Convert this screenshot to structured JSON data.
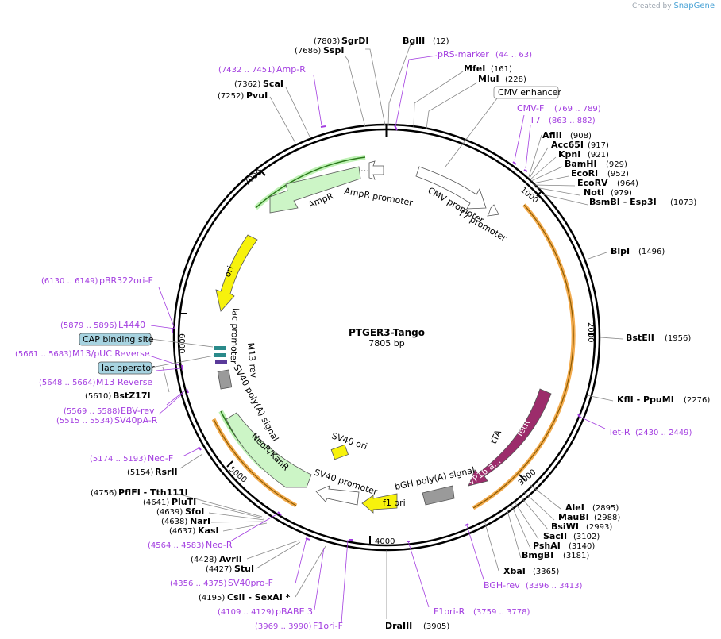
{
  "credit": {
    "prefix": "Created by",
    "brand": "SnapGene"
  },
  "plasmid": {
    "name": "PTGER3-Tango",
    "size": "7805 bp"
  },
  "ticks": [
    "1000",
    "2000",
    "3000",
    "4000",
    "5000",
    "6000",
    "7000"
  ],
  "sites_right": [
    {
      "name": "BglII",
      "pos": "(12)"
    },
    {
      "name": "MfeI",
      "pos": "(161)"
    },
    {
      "name": "MluI",
      "pos": "(228)"
    },
    {
      "name": "AflII",
      "pos": "(908)"
    },
    {
      "name": "Acc65I",
      "pos": "(917)"
    },
    {
      "name": "KpnI",
      "pos": "(921)"
    },
    {
      "name": "BamHI",
      "pos": "(929)"
    },
    {
      "name": "EcoRI",
      "pos": "(952)"
    },
    {
      "name": "EcoRV",
      "pos": "(964)"
    },
    {
      "name": "NotI",
      "pos": "(979)"
    },
    {
      "name": "BsmBI - Esp3I",
      "pos": "(1073)"
    },
    {
      "name": "BlpI",
      "pos": "(1496)"
    },
    {
      "name": "BstEII",
      "pos": "(1956)"
    },
    {
      "name": "KflI - PpuMI",
      "pos": "(2276)"
    },
    {
      "name": "AleI",
      "pos": "(2895)"
    },
    {
      "name": "MauBI",
      "pos": "(2988)"
    },
    {
      "name": "BsiWI",
      "pos": "(2993)"
    },
    {
      "name": "SacII",
      "pos": "(3102)"
    },
    {
      "name": "PshAI",
      "pos": "(3140)"
    },
    {
      "name": "BmgBI",
      "pos": "(3181)"
    },
    {
      "name": "XbaI",
      "pos": "(3365)"
    },
    {
      "name": "DraIII",
      "pos": "(3905)"
    }
  ],
  "sites_left": [
    {
      "name": "SgrDI",
      "pos": "(7803)"
    },
    {
      "name": "SspI",
      "pos": "(7686)"
    },
    {
      "name": "ScaI",
      "pos": "(7362)"
    },
    {
      "name": "PvuI",
      "pos": "(7252)"
    },
    {
      "name": "BstZ17I",
      "pos": "(5610)"
    },
    {
      "name": "RsrII",
      "pos": "(5154)"
    },
    {
      "name": "PflFI - Tth111I",
      "pos": "(4756)"
    },
    {
      "name": "PluTI",
      "pos": "(4641)"
    },
    {
      "name": "SfoI",
      "pos": "(4639)"
    },
    {
      "name": "NarI",
      "pos": "(4638)"
    },
    {
      "name": "KasI",
      "pos": "(4637)"
    },
    {
      "name": "AvrII",
      "pos": "(4428)"
    },
    {
      "name": "StuI",
      "pos": "(4427)"
    },
    {
      "name": "CsiI - SexAI *",
      "pos": "(4195)"
    }
  ],
  "primers": [
    {
      "name": "pRS-marker",
      "pos": "(44 .. 63)"
    },
    {
      "name": "Amp-R",
      "pos": "(7432 .. 7451)"
    },
    {
      "name": "CMV-F",
      "pos": "(769 .. 789)"
    },
    {
      "name": "T7",
      "pos": "(863 .. 882)"
    },
    {
      "name": "pBR322ori-F",
      "pos": "(6130 .. 6149)"
    },
    {
      "name": "L4440",
      "pos": "(5879 .. 5896)"
    },
    {
      "name": "M13/pUC Reverse",
      "pos": "(5661 .. 5683)"
    },
    {
      "name": "M13 Reverse",
      "pos": "(5648 .. 5664)"
    },
    {
      "name": "EBV-rev",
      "pos": "(5569 .. 5588)"
    },
    {
      "name": "SV40pA-R",
      "pos": "(5515 .. 5534)"
    },
    {
      "name": "Tet-R",
      "pos": "(2430 .. 2449)"
    },
    {
      "name": "Neo-F",
      "pos": "(5174 .. 5193)"
    },
    {
      "name": "Neo-R",
      "pos": "(4564 .. 4583)"
    },
    {
      "name": "SV40pro-F",
      "pos": "(4356 .. 4375)"
    },
    {
      "name": "pBABE 3'",
      "pos": "(4109 .. 4129)"
    },
    {
      "name": "F1ori-F",
      "pos": "(3969 .. 3990)"
    },
    {
      "name": "F1ori-R",
      "pos": "(3759 .. 3778)"
    },
    {
      "name": "BGH-rev",
      "pos": "(3396 .. 3413)"
    }
  ],
  "boxes": {
    "cmv_enhancer": "CMV enhancer",
    "cap": "CAP binding site",
    "lac": "lac operator"
  },
  "features": {
    "ampr_promoter": "AmpR promoter",
    "ampr": "AmpR",
    "ori": "ori",
    "cmv_promoter": "CMV promoter",
    "t7_promoter": "T7 promoter",
    "lac_promoter": "lac promoter",
    "m13_rev": "M13 rev",
    "sv40_polya": "SV40 poly(A) signal",
    "neo": "NeoR/KanR",
    "sv40_ori": "SV40 ori",
    "sv40_promoter": "SV40 promoter",
    "f1_ori": "f1 ori",
    "bgh": "bGH poly(A) signal",
    "tta": "tTA",
    "tetr": "TetR",
    "vp16": "VP16 a...",
    "dots": "…"
  },
  "colors": {
    "primer": "#a33ee0",
    "ampr": "#ccf5c6",
    "ori": "#f7f20c",
    "tta": "#9c2c6b",
    "orange": "#f2a23a",
    "box": "#a7d3e0"
  }
}
